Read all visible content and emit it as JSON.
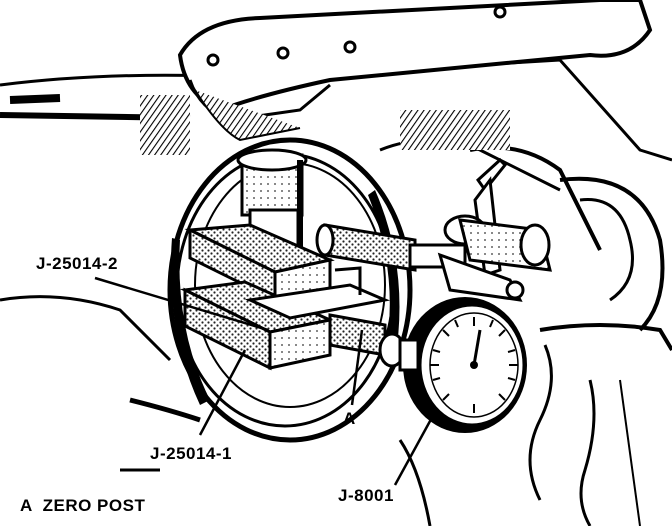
{
  "labels": {
    "tool_upper": "J-25014-2",
    "tool_lower": "J-25014-1",
    "zero_post_marker": "A",
    "dial_indicator": "J-8001",
    "legend": "A  ZERO POST"
  },
  "colors": {
    "ink": "#000000",
    "paper": "#ffffff",
    "stipple": "#444444"
  }
}
